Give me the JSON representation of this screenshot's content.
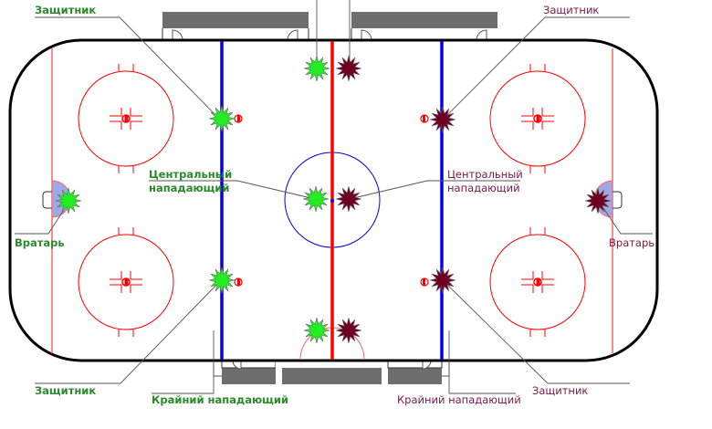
{
  "title": "Hockey rink player positions",
  "colors": {
    "team_home": "#22ee22",
    "team_home_text": "#2a8a2a",
    "team_away": "#6e0022",
    "team_away_text": "#7a1a44",
    "blue_line": "#0000ee",
    "red_line": "#ff0000",
    "crease": "#a0a8e8",
    "bench": "#6e6e6e"
  },
  "labels": {
    "home": {
      "defender_top": "Защитник",
      "defender_bottom": "Защитник",
      "center_line1": "Центральный",
      "center_line2": "нападающий",
      "goalie": "Вратарь",
      "winger": "Крайний нападающий"
    },
    "away": {
      "defender_top": "Защитник",
      "defender_bottom": "Защитник",
      "center_line1": "Центральный",
      "center_line2": "нападающий",
      "goalie": "Вратарь",
      "winger": "Крайний нападающий"
    }
  }
}
